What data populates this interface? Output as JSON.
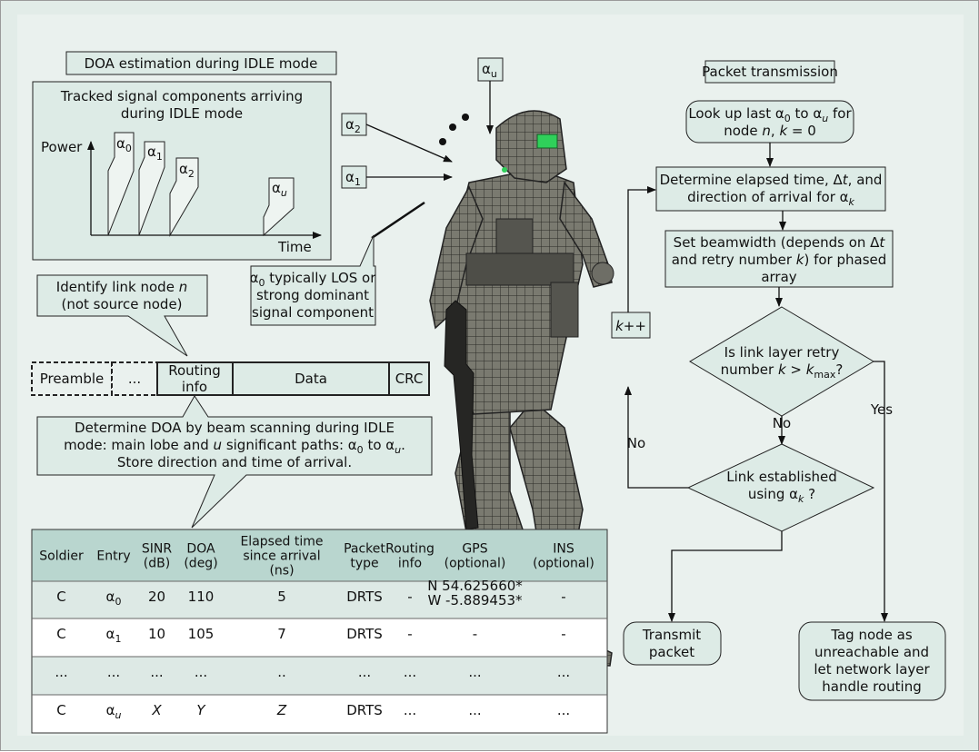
{
  "left": {
    "idle_title": "DOA estimation during IDLE mode",
    "tracked_title_1": "Tracked signal components arriving",
    "tracked_title_2": "during IDLE mode",
    "power_label": "Power",
    "time_label": "Time",
    "pulse_alpha": "α",
    "pulse_sub": [
      "0",
      "1",
      "2",
      "u"
    ],
    "identify_1": "Identify link node ",
    "identify_n": "n",
    "identify_2": "(not source node)",
    "packet_fields": [
      "Preamble",
      "...",
      "Routing",
      "info",
      "Data",
      "CRC"
    ],
    "determine_1": "Determine DOA by beam scanning during IDLE",
    "determine_2a": "mode: main lobe and ",
    "determine_u": "u",
    "determine_2b": " significant paths: α",
    "determine_sub0": "0",
    "determine_2c": " to α",
    "determine_subu": "u",
    "determine_2d": ".",
    "determine_3": "Store direction and time of arrival."
  },
  "center": {
    "alpha_labels": [
      "α",
      "α",
      "α"
    ],
    "alpha_subs": [
      "u",
      "2",
      "1"
    ],
    "los_1a": "α",
    "los_1sub": "0",
    "los_1b": " typically LOS or",
    "los_2": "strong dominant",
    "los_3": "signal component"
  },
  "flow": {
    "title": "Packet transmission",
    "lookup_1": "Look up last α",
    "lookup_sub0": "0",
    "lookup_1b": " to α",
    "lookup_subu": "u",
    "lookup_1c": " for",
    "lookup_2a": "node ",
    "lookup_2n": "n",
    "lookup_2b": ", ",
    "lookup_2k": "k",
    "lookup_2c": " = 0",
    "elapsed_1a": "Determine elapsed time, Δ",
    "elapsed_1t": "t",
    "elapsed_1b": ", and",
    "elapsed_2a": "direction of arrival for α",
    "elapsed_2k": "k",
    "beam_1a": "Set beamwidth (depends on Δ",
    "beam_1t": "t",
    "beam_2a": "and retry number ",
    "beam_2k": "k",
    "beam_2b": ") for phased",
    "beam_3": "array",
    "retry_1": "Is link layer retry",
    "retry_2a": "number ",
    "retry_2k": "k",
    "retry_2b": " > ",
    "retry_2kk": "k",
    "retry_2max": "max",
    "retry_2c": "?",
    "kpp_k": "k",
    "kpp_pp": "++",
    "no_1": "No",
    "no_2": "No",
    "yes": "Yes",
    "link_1": "Link established",
    "link_2a": "using α",
    "link_2k": "k",
    "link_2b": " ?",
    "transmit_1": "Transmit",
    "transmit_2": "packet",
    "tag_1": "Tag node as",
    "tag_2": "unreachable and",
    "tag_3": "let network layer",
    "tag_4": "handle routing"
  },
  "table": {
    "headers": [
      "Soldier",
      "Entry",
      "SINR\n(dB)",
      "DOA\n(deg)",
      "Elapsed time\nsince arrival\n(ns)",
      "Packet\ntype",
      "Routing\ninfo",
      "GPS\n(optional)",
      "INS\n(optional)"
    ],
    "rows": [
      {
        "soldier": "C",
        "entry_a": "α",
        "entry_sub": "0",
        "sinr": "20",
        "doa": "110",
        "elapsed": "5",
        "ptype": "DRTS",
        "routing": "-",
        "gps": "N 54.625660*\nW -5.889453*",
        "ins": "-"
      },
      {
        "soldier": "C",
        "entry_a": "α",
        "entry_sub": "1",
        "sinr": "10",
        "doa": "105",
        "elapsed": "7",
        "ptype": "DRTS",
        "routing": "-",
        "gps": "-",
        "ins": "-"
      },
      {
        "soldier": "...",
        "entry_a": "...",
        "entry_sub": "",
        "sinr": "...",
        "doa": "...",
        "elapsed": "..",
        "ptype": "...",
        "routing": "...",
        "gps": "...",
        "ins": "..."
      },
      {
        "soldier": "C",
        "entry_a": "α",
        "entry_sub": "u",
        "sinr": "X",
        "doa": "Y",
        "elapsed": "Z",
        "ptype": "DRTS",
        "routing": "...",
        "gps": "...",
        "ins": "..."
      }
    ]
  },
  "colors": {
    "box_fill": "#ddebe6",
    "header_fill": "#b9d6cf",
    "row_alt": "#dde9e5",
    "soldier_body": "#6b6b62",
    "visor": "#2fd05a"
  }
}
